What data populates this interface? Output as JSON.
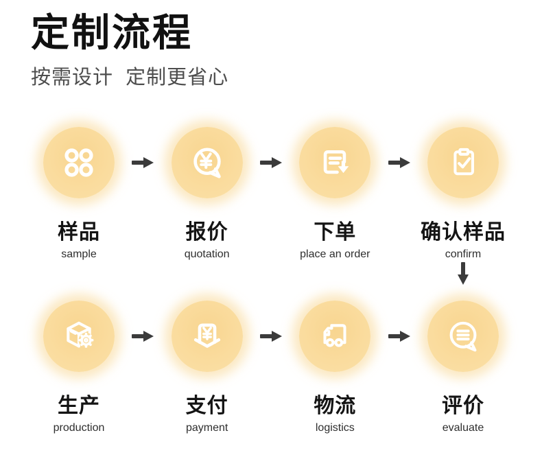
{
  "header": {
    "title": "定制流程",
    "subtitle": "按需设计  定制更省心"
  },
  "steps": [
    {
      "zh": "样品",
      "en": "sample",
      "icon": "grid-circles-icon"
    },
    {
      "zh": "报价",
      "en": "quotation",
      "icon": "price-bubble-icon"
    },
    {
      "zh": "下单",
      "en": "place an order",
      "icon": "order-doc-icon"
    },
    {
      "zh": "确认样品",
      "en": "confirm",
      "icon": "clipboard-check-icon"
    },
    {
      "zh": "生产",
      "en": "production",
      "icon": "box-gear-icon"
    },
    {
      "zh": "支付",
      "en": "payment",
      "icon": "pay-icon"
    },
    {
      "zh": "物流",
      "en": "logistics",
      "icon": "truck-icon"
    },
    {
      "zh": "评价",
      "en": "evaluate",
      "icon": "comment-bubble-icon"
    }
  ],
  "colors": {
    "background": "#FFFFFF",
    "circle": "#FADC9E",
    "icon": "#FFFFFF",
    "arrow": "#3B3B3B",
    "title": "#111111",
    "subtitle": "#4D4D4D",
    "label_zh": "#141414",
    "label_en": "#2E2E2E"
  }
}
